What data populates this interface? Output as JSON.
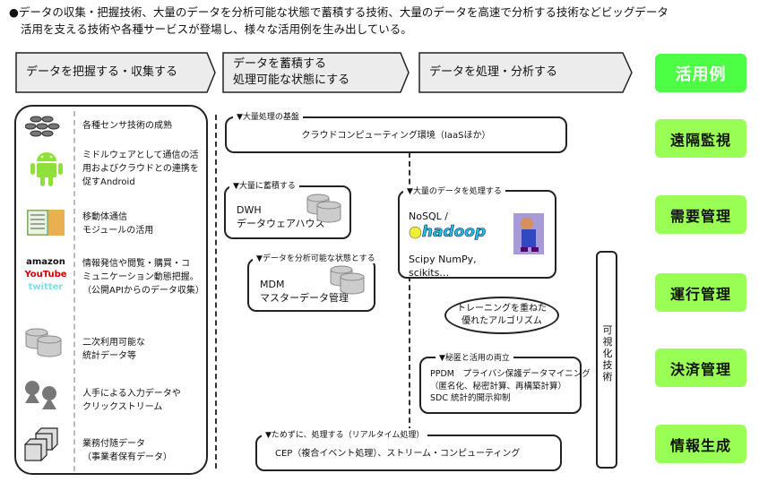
{
  "intro": {
    "line1": "●データの収集・把握技術、大量のデータを分析可能な状態で蓄積する技術、大量のデータを高速で分析する技術などビッグデータ",
    "line2": "活用を支える技術や各種サービスが登場し、様々な活用例を生み出している。"
  },
  "steps": [
    {
      "line1": "データを把握する・収集する",
      "line2": ""
    },
    {
      "line1": "データを蓄積する",
      "line2": "処理可能な状態にする"
    },
    {
      "line1": "データを処理・分析する",
      "line2": ""
    }
  ],
  "uses": {
    "header": "活用例",
    "items": [
      "遠隔監視",
      "需要管理",
      "運行管理",
      "決済管理",
      "情報生成"
    ],
    "header_color": "#4cff44",
    "item_color": "#99ff55"
  },
  "sources": [
    {
      "icon": "sensor-icon",
      "lines": [
        "各種センサ技術の成熟"
      ]
    },
    {
      "icon": "android-icon",
      "lines": [
        "ミドルウェアとして通信の活",
        "用およびクラウドとの連携を",
        "促すAndroid"
      ]
    },
    {
      "icon": "communication-module-icon",
      "lines": [
        "移動体通信",
        "モジュールの活用"
      ]
    },
    {
      "icon": "web-services-logos",
      "logos": [
        "amazon",
        "YouTube",
        "twitter"
      ],
      "lines": [
        "情報発信や閲覧・購買・コ",
        "ミュニケーション動態把握。",
        "（公開APIからのデータ収集）"
      ]
    },
    {
      "icon": "database-icon",
      "lines": [
        "二次利用可能な",
        "統計データ等"
      ]
    },
    {
      "icon": "people-icon",
      "lines": [
        "人手による入力データや",
        "クリックストリーム"
      ]
    },
    {
      "icon": "cubes-icon",
      "lines": [
        "業務付随データ",
        "（事業者保有データ）"
      ]
    }
  ],
  "tech": {
    "cloud": {
      "label": "▼大量処理の基盤",
      "text": "クラウドコンピューティング環境（IaaSほか）"
    },
    "dwh": {
      "label": "▼大量に蓄積する",
      "lines": [
        "DWH",
        "データウェアハウス"
      ]
    },
    "mdm": {
      "label": "▼データを分析可能な状態とする",
      "lines": [
        "MDM",
        "マスターデータ管理"
      ]
    },
    "process": {
      "label": "▼大量のデータを処理する",
      "line1": "NoSQL /",
      "logo": "hadoop",
      "lines": [
        "Scipy NumPy,",
        "scikits…"
      ]
    },
    "algorithm": {
      "lines": [
        "トレーニングを重ねた",
        "優れたアルゴリズム"
      ]
    },
    "privacy": {
      "label": "▼秘匿と活用の両立",
      "lines": [
        "PPDM　プライバシ保護データマイニング",
        "（匿名化、秘密計算、再構築計算）",
        "SDC 統計的開示抑制"
      ]
    },
    "realtime": {
      "label": "▼ためずに、処理する（リアルタイム処理）",
      "text": "CEP（複合イベント処理）、ストリーム・コンピューティング"
    },
    "visualization": "可視化技術"
  }
}
